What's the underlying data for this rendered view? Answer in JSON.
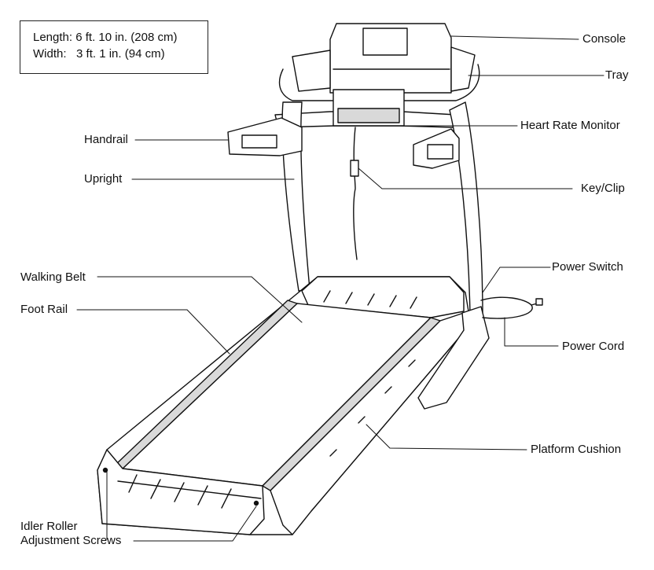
{
  "dimensions": {
    "length_label": "Length:",
    "length_value": "6 ft. 10 in. (208 cm)",
    "width_label": "Width:",
    "width_value": "3 ft. 1 in. (94 cm)"
  },
  "labels": {
    "console": "Console",
    "tray": "Tray",
    "heart_rate_monitor": "Heart Rate Monitor",
    "key_clip": "Key/Clip",
    "power_switch": "Power Switch",
    "power_cord": "Power Cord",
    "platform_cushion": "Platform Cushion",
    "handrail": "Handrail",
    "upright": "Upright",
    "walking_belt": "Walking Belt",
    "foot_rail": "Foot Rail",
    "idler_roller_line1": "Idler Roller",
    "idler_roller_line2": "Adjustment Screws"
  },
  "colors": {
    "line": "#111111",
    "fill": "#ffffff",
    "shade": "#d9d9d9"
  }
}
